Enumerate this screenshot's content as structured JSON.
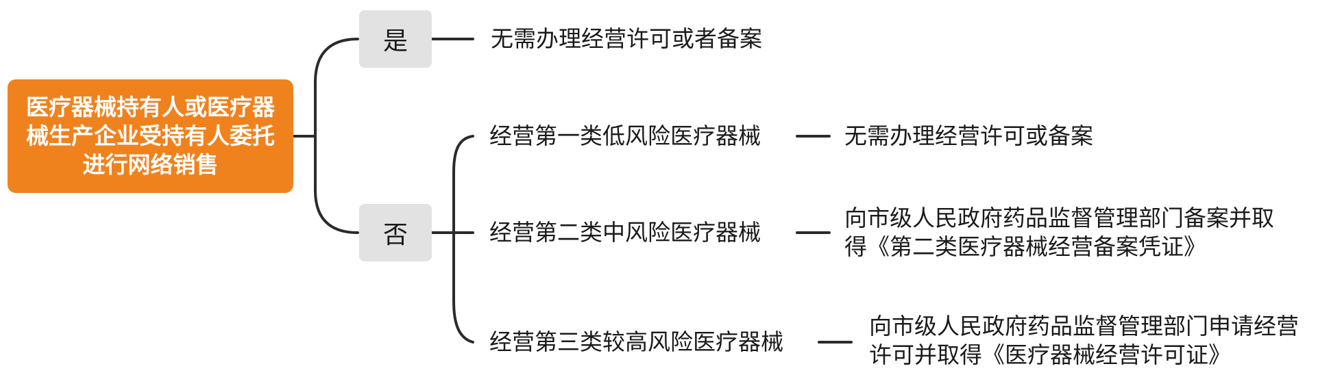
{
  "root": {
    "label": "医疗器械持有人或医疗器械生产企业受持有人委托进行网络销售"
  },
  "branches": {
    "yes": {
      "label": "是",
      "outcome": "无需办理经营许可或者备案"
    },
    "no": {
      "label": "否",
      "items": [
        {
          "category": "经营第一类低风险医疗器械",
          "outcome": "无需办理经营许可或备案"
        },
        {
          "category": "经营第二类中风险医疗器械",
          "outcome": "向市级人民政府药品监督管理部门备案并取得《第二类医疗器械经营备案凭证》"
        },
        {
          "category": "经营第三类较高风险医疗器械",
          "outcome": "向市级人民政府药品监督管理部门申请经营许可并取得《医疗器械经营许可证》"
        }
      ]
    }
  },
  "colors": {
    "root_bg": "#f0821e",
    "tag_bg": "#e2e2e2",
    "line": "#2b2b2b"
  }
}
